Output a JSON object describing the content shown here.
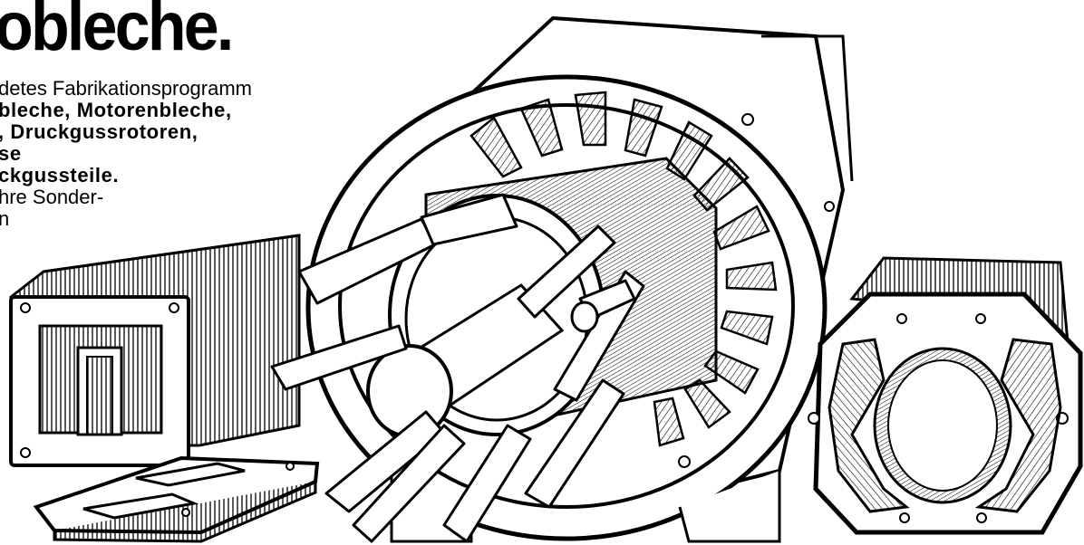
{
  "headline": "obleche.",
  "body_lines": [
    {
      "text": "detes Fabrikationsprogramm",
      "bold": false
    },
    {
      "text": "bleche, Motorenbleche,",
      "bold": true
    },
    {
      "text": ", Druckgussrotoren,",
      "bold": true
    },
    {
      "text": "se",
      "bold": true
    },
    {
      "text": "ckgussteile.",
      "bold": true
    },
    {
      "text": "hre Sonder-",
      "bold": false
    },
    {
      "text": "n",
      "bold": false
    }
  ],
  "colors": {
    "ink": "#000000",
    "paper": "#ffffff"
  }
}
